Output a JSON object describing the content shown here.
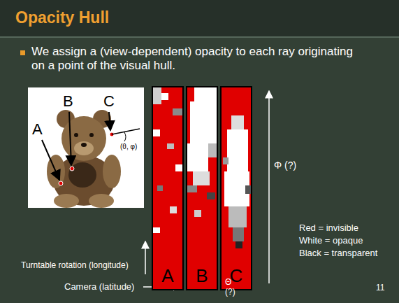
{
  "diagram": {
    "title": "Opacity Hull",
    "nodes": [
      {
        "text": [
          "A"
        ]
      },
      {
        "text": [
          "B"
        ]
      },
      {
        "text": [
          "C"
        ]
      }
    ],
    "labels": [
      "We assign a (view-dependent) opacity to each ray originating on a point of the visual hull.",
      "A",
      "B",
      "C",
      "(θ, φ)",
      "Φ (?)",
      "Red = invisible",
      "White = opaque",
      "Black = transparent",
      "Turntable rotation (longitude)",
      "Camera (latitude)",
      "Θ (?)",
      "11"
    ]
  }
}
